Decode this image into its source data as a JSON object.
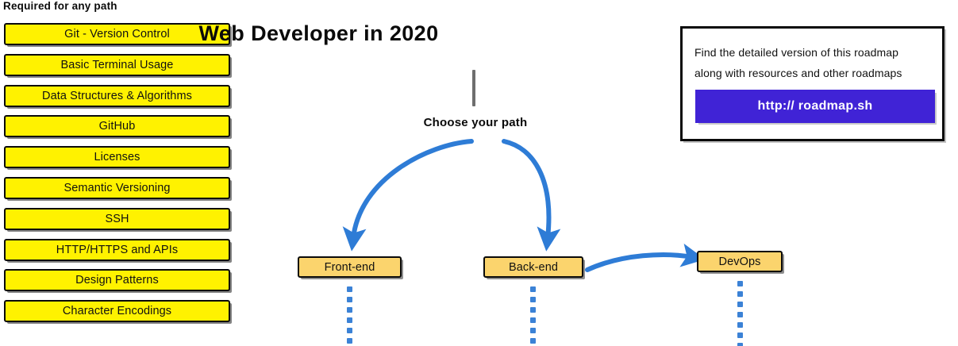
{
  "required_section": {
    "heading": "Required for any path",
    "items": [
      {
        "label": "Git - Version Control"
      },
      {
        "label": "Basic Terminal Usage"
      },
      {
        "label": "Data Structures & Algorithms"
      },
      {
        "label": "GitHub"
      },
      {
        "label": "Licenses"
      },
      {
        "label": "Semantic Versioning"
      },
      {
        "label": "SSH"
      },
      {
        "label": "HTTP/HTTPS and APIs"
      },
      {
        "label": "Design Patterns"
      },
      {
        "label": "Character Encodings"
      }
    ]
  },
  "center": {
    "title": "Web Developer in 2020",
    "choose_path_label": "Choose your path",
    "stem_color": "#6e6e6e"
  },
  "paths": [
    {
      "label": "Front-end",
      "name": "front-end"
    },
    {
      "label": "Back-end",
      "name": "back-end"
    },
    {
      "label": "DevOps",
      "name": "devops"
    }
  ],
  "info_panel": {
    "line1": "Find the detailed version of this roadmap",
    "line2": "along with resources and other roadmaps",
    "button_label": "http:// roadmap.sh",
    "button_color": "#4023D6"
  },
  "colors": {
    "required_box_fill": "#FFF200",
    "path_box_fill": "#FBD46D",
    "arrow_blue": "#2E7CD6",
    "dot_blue": "#3b82d6",
    "outline": "#0a0a0a"
  }
}
